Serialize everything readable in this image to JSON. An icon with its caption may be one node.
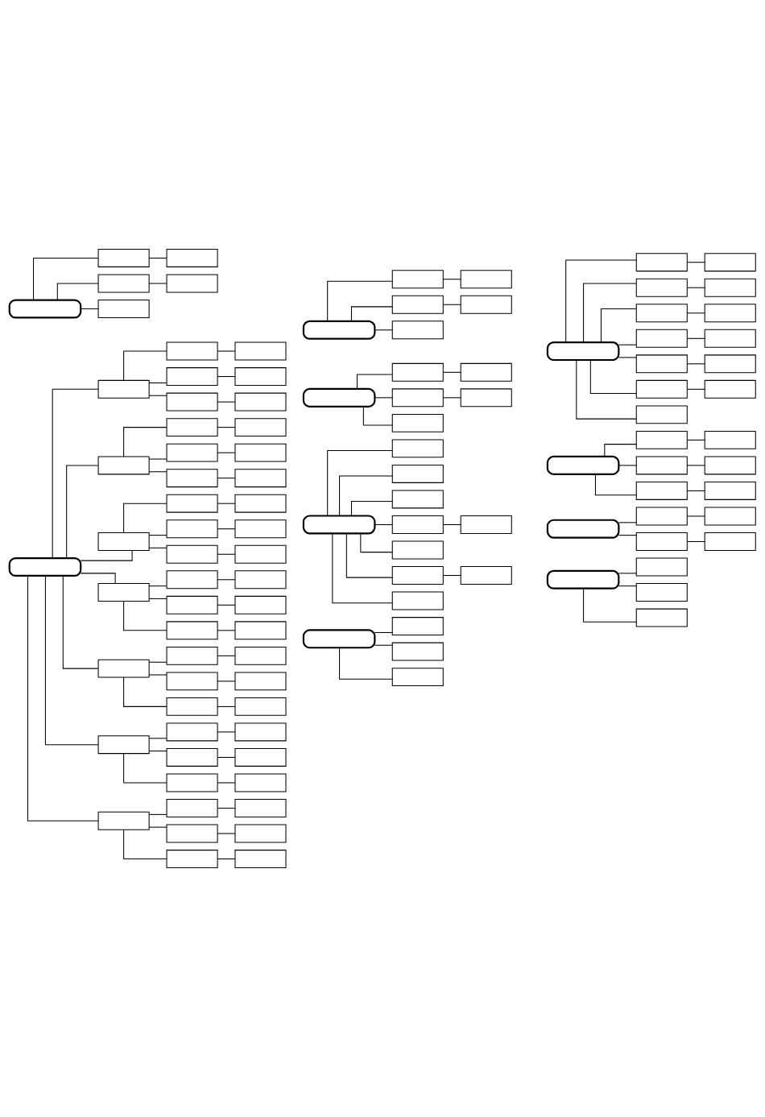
{
  "diagram": {
    "nodes": [
      {
        "text": [],
        "shape": "box"
      },
      {
        "text": [],
        "shape": "box"
      },
      {
        "text": [],
        "shape": "box"
      },
      {
        "text": [],
        "shape": "box"
      },
      {
        "text": [],
        "shape": "box"
      },
      {
        "text": [],
        "shape": "box"
      },
      {
        "text": [],
        "shape": "box"
      },
      {
        "text": [],
        "shape": "box"
      },
      {
        "text": [],
        "shape": "box"
      },
      {
        "text": [],
        "shape": "box"
      },
      {
        "text": [],
        "shape": "box"
      },
      {
        "text": [],
        "shape": "box"
      },
      {
        "text": [],
        "shape": "box"
      },
      {
        "text": [],
        "shape": "box"
      },
      {
        "text": [],
        "shape": "box"
      },
      {
        "text": [],
        "shape": "box"
      },
      {
        "text": [],
        "shape": "box"
      },
      {
        "text": [],
        "shape": "box"
      },
      {
        "text": [],
        "shape": "box"
      },
      {
        "text": [],
        "shape": "box"
      },
      {
        "text": [],
        "shape": "box"
      },
      {
        "text": [],
        "shape": "box"
      },
      {
        "text": [],
        "shape": "box"
      },
      {
        "text": [],
        "shape": "box"
      },
      {
        "text": [],
        "shape": "box"
      },
      {
        "text": [],
        "shape": "box"
      },
      {
        "text": [],
        "shape": "box"
      },
      {
        "text": [],
        "shape": "box"
      },
      {
        "text": [],
        "shape": "box"
      },
      {
        "text": [],
        "shape": "box"
      },
      {
        "text": [],
        "shape": "box"
      },
      {
        "text": [],
        "shape": "box"
      },
      {
        "text": [],
        "shape": "box"
      },
      {
        "text": [],
        "shape": "box"
      },
      {
        "text": [],
        "shape": "box"
      },
      {
        "text": [],
        "shape": "box"
      },
      {
        "text": [],
        "shape": "box"
      },
      {
        "text": [],
        "shape": "box"
      },
      {
        "text": [],
        "shape": "box"
      },
      {
        "text": [],
        "shape": "box"
      },
      {
        "text": [],
        "shape": "box"
      },
      {
        "text": [],
        "shape": "box"
      },
      {
        "text": [],
        "shape": "box"
      },
      {
        "text": [],
        "shape": "box"
      },
      {
        "text": [],
        "shape": "box"
      },
      {
        "text": [],
        "shape": "box"
      },
      {
        "text": [],
        "shape": "box"
      },
      {
        "text": [],
        "shape": "box"
      },
      {
        "text": [],
        "shape": "box"
      },
      {
        "text": [],
        "shape": "box"
      },
      {
        "text": [],
        "shape": "box"
      },
      {
        "text": [],
        "shape": "box"
      },
      {
        "text": [],
        "shape": "box"
      },
      {
        "text": [],
        "shape": "box"
      },
      {
        "text": [],
        "shape": "box"
      },
      {
        "text": [],
        "shape": "box"
      },
      {
        "text": [],
        "shape": "box"
      },
      {
        "text": [],
        "shape": "box"
      },
      {
        "text": [],
        "shape": "box"
      },
      {
        "text": [],
        "shape": "box"
      },
      {
        "text": [],
        "shape": "box"
      },
      {
        "text": [],
        "shape": "box"
      },
      {
        "text": [],
        "shape": "box"
      },
      {
        "text": [],
        "shape": "box"
      },
      {
        "text": [],
        "shape": "box"
      },
      {
        "text": [],
        "shape": "box"
      },
      {
        "text": [],
        "shape": "box"
      },
      {
        "text": [],
        "shape": "box"
      },
      {
        "text": [],
        "shape": "box"
      },
      {
        "text": [],
        "shape": "box"
      },
      {
        "text": [],
        "shape": "box"
      },
      {
        "text": [],
        "shape": "box"
      },
      {
        "text": [],
        "shape": "box"
      },
      {
        "text": [],
        "shape": "box"
      },
      {
        "text": [],
        "shape": "box"
      },
      {
        "text": [],
        "shape": "box"
      },
      {
        "text": [],
        "shape": "box"
      },
      {
        "text": [],
        "shape": "box"
      },
      {
        "text": [],
        "shape": "box"
      },
      {
        "text": [],
        "shape": "box"
      },
      {
        "text": [],
        "shape": "box"
      },
      {
        "text": [],
        "shape": "box"
      },
      {
        "text": [],
        "shape": "box"
      },
      {
        "text": [],
        "shape": "box"
      },
      {
        "text": [],
        "shape": "box"
      },
      {
        "text": [],
        "shape": "box"
      },
      {
        "text": [],
        "shape": "box"
      },
      {
        "text": [],
        "shape": "box"
      },
      {
        "text": [],
        "shape": "box"
      },
      {
        "text": [],
        "shape": "box"
      },
      {
        "text": [],
        "shape": "box"
      },
      {
        "text": [],
        "shape": "box"
      },
      {
        "text": [],
        "shape": "box"
      },
      {
        "text": [],
        "shape": "box"
      },
      {
        "text": [],
        "shape": "box"
      },
      {
        "text": [],
        "shape": "box"
      },
      {
        "text": [],
        "shape": "box"
      },
      {
        "text": [],
        "shape": "box"
      },
      {
        "text": [],
        "shape": "box"
      },
      {
        "text": [],
        "shape": "box"
      },
      {
        "text": [],
        "shape": "box"
      },
      {
        "text": [],
        "shape": "box"
      },
      {
        "text": [],
        "shape": "box"
      },
      {
        "text": [],
        "shape": "box"
      },
      {
        "text": [],
        "shape": "box"
      },
      {
        "text": [],
        "shape": "box"
      },
      {
        "text": [],
        "shape": "box"
      },
      {
        "text": [],
        "shape": "box"
      },
      {
        "text": [],
        "shape": "box"
      },
      {
        "text": [],
        "shape": "box"
      },
      {
        "text": [],
        "shape": "box"
      },
      {
        "text": [],
        "shape": "box"
      }
    ],
    "edges": [
      {
        "from": 0,
        "to": 1,
        "arrow": "none"
      },
      {
        "from": 1,
        "to": 2,
        "arrow": "none"
      },
      {
        "from": 0,
        "to": 3,
        "arrow": "none"
      },
      {
        "from": 3,
        "to": 4,
        "arrow": "none"
      },
      {
        "from": 0,
        "to": 5,
        "arrow": "none"
      },
      {
        "from": 6,
        "to": 7,
        "arrow": "none"
      },
      {
        "from": 7,
        "to": 8,
        "arrow": "none"
      },
      {
        "from": 6,
        "to": 9,
        "arrow": "none"
      },
      {
        "from": 9,
        "to": 10,
        "arrow": "none"
      },
      {
        "from": 6,
        "to": 11,
        "arrow": "none"
      },
      {
        "from": 12,
        "to": 13,
        "arrow": "none"
      },
      {
        "from": 13,
        "to": 14,
        "arrow": "none"
      },
      {
        "from": 12,
        "to": 15,
        "arrow": "none"
      },
      {
        "from": 15,
        "to": 16,
        "arrow": "none"
      },
      {
        "from": 12,
        "to": 17,
        "arrow": "none"
      },
      {
        "from": 17,
        "to": 18,
        "arrow": "none"
      },
      {
        "from": 12,
        "to": 19,
        "arrow": "none"
      },
      {
        "from": 19,
        "to": 20,
        "arrow": "none"
      },
      {
        "from": 12,
        "to": 21,
        "arrow": "none"
      },
      {
        "from": 21,
        "to": 22,
        "arrow": "none"
      },
      {
        "from": 12,
        "to": 23,
        "arrow": "none"
      },
      {
        "from": 23,
        "to": 24,
        "arrow": "none"
      },
      {
        "from": 12,
        "to": 25,
        "arrow": "none"
      },
      {
        "from": 26,
        "to": 27,
        "arrow": "none"
      },
      {
        "from": 27,
        "to": 28,
        "arrow": "none"
      },
      {
        "from": 28,
        "to": 29,
        "arrow": "none"
      },
      {
        "from": 27,
        "to": 30,
        "arrow": "none"
      },
      {
        "from": 30,
        "to": 31,
        "arrow": "none"
      },
      {
        "from": 27,
        "to": 32,
        "arrow": "none"
      },
      {
        "from": 32,
        "to": 33,
        "arrow": "none"
      },
      {
        "from": 26,
        "to": 34,
        "arrow": "none"
      },
      {
        "from": 34,
        "to": 35,
        "arrow": "none"
      },
      {
        "from": 35,
        "to": 36,
        "arrow": "none"
      },
      {
        "from": 34,
        "to": 37,
        "arrow": "none"
      },
      {
        "from": 37,
        "to": 38,
        "arrow": "none"
      },
      {
        "from": 34,
        "to": 39,
        "arrow": "none"
      },
      {
        "from": 39,
        "to": 40,
        "arrow": "none"
      },
      {
        "from": 26,
        "to": 41,
        "arrow": "none"
      },
      {
        "from": 41,
        "to": 42,
        "arrow": "none"
      },
      {
        "from": 42,
        "to": 43,
        "arrow": "none"
      },
      {
        "from": 41,
        "to": 44,
        "arrow": "none"
      },
      {
        "from": 44,
        "to": 45,
        "arrow": "none"
      },
      {
        "from": 41,
        "to": 46,
        "arrow": "none"
      },
      {
        "from": 46,
        "to": 47,
        "arrow": "none"
      },
      {
        "from": 26,
        "to": 48,
        "arrow": "none"
      },
      {
        "from": 48,
        "to": 49,
        "arrow": "none"
      },
      {
        "from": 49,
        "to": 50,
        "arrow": "none"
      },
      {
        "from": 48,
        "to": 51,
        "arrow": "none"
      },
      {
        "from": 51,
        "to": 52,
        "arrow": "none"
      },
      {
        "from": 48,
        "to": 53,
        "arrow": "none"
      },
      {
        "from": 53,
        "to": 54,
        "arrow": "none"
      },
      {
        "from": 26,
        "to": 55,
        "arrow": "none"
      },
      {
        "from": 55,
        "to": 56,
        "arrow": "none"
      },
      {
        "from": 56,
        "to": 57,
        "arrow": "none"
      },
      {
        "from": 55,
        "to": 58,
        "arrow": "none"
      },
      {
        "from": 58,
        "to": 59,
        "arrow": "none"
      },
      {
        "from": 55,
        "to": 60,
        "arrow": "none"
      },
      {
        "from": 60,
        "to": 61,
        "arrow": "none"
      },
      {
        "from": 26,
        "to": 62,
        "arrow": "none"
      },
      {
        "from": 62,
        "to": 63,
        "arrow": "none"
      },
      {
        "from": 63,
        "to": 64,
        "arrow": "none"
      },
      {
        "from": 62,
        "to": 65,
        "arrow": "none"
      },
      {
        "from": 65,
        "to": 66,
        "arrow": "none"
      },
      {
        "from": 62,
        "to": 67,
        "arrow": "none"
      },
      {
        "from": 67,
        "to": 68,
        "arrow": "none"
      },
      {
        "from": 26,
        "to": 69,
        "arrow": "none"
      },
      {
        "from": 69,
        "to": 70,
        "arrow": "none"
      },
      {
        "from": 70,
        "to": 71,
        "arrow": "none"
      },
      {
        "from": 69,
        "to": 72,
        "arrow": "none"
      },
      {
        "from": 72,
        "to": 73,
        "arrow": "none"
      },
      {
        "from": 69,
        "to": 74,
        "arrow": "none"
      },
      {
        "from": 74,
        "to": 75,
        "arrow": "none"
      },
      {
        "from": 76,
        "to": 77,
        "arrow": "none"
      },
      {
        "from": 77,
        "to": 78,
        "arrow": "none"
      },
      {
        "from": 76,
        "to": 79,
        "arrow": "none"
      },
      {
        "from": 79,
        "to": 80,
        "arrow": "none"
      },
      {
        "from": 76,
        "to": 81,
        "arrow": "none"
      },
      {
        "from": 82,
        "to": 83,
        "arrow": "none"
      },
      {
        "from": 82,
        "to": 84,
        "arrow": "none"
      },
      {
        "from": 82,
        "to": 85,
        "arrow": "none"
      },
      {
        "from": 82,
        "to": 86,
        "arrow": "none"
      },
      {
        "from": 86,
        "to": 87,
        "arrow": "none"
      },
      {
        "from": 82,
        "to": 88,
        "arrow": "none"
      },
      {
        "from": 82,
        "to": 89,
        "arrow": "none"
      },
      {
        "from": 89,
        "to": 90,
        "arrow": "none"
      },
      {
        "from": 82,
        "to": 91,
        "arrow": "none"
      },
      {
        "from": 92,
        "to": 93,
        "arrow": "none"
      },
      {
        "from": 93,
        "to": 94,
        "arrow": "none"
      },
      {
        "from": 92,
        "to": 95,
        "arrow": "none"
      },
      {
        "from": 95,
        "to": 96,
        "arrow": "none"
      },
      {
        "from": 92,
        "to": 97,
        "arrow": "none"
      },
      {
        "from": 97,
        "to": 98,
        "arrow": "none"
      },
      {
        "from": 99,
        "to": 100,
        "arrow": "none"
      },
      {
        "from": 99,
        "to": 101,
        "arrow": "none"
      },
      {
        "from": 99,
        "to": 102,
        "arrow": "none"
      },
      {
        "from": 103,
        "to": 104,
        "arrow": "none"
      },
      {
        "from": 104,
        "to": 105,
        "arrow": "none"
      },
      {
        "from": 103,
        "to": 106,
        "arrow": "none"
      },
      {
        "from": 106,
        "to": 107,
        "arrow": "none"
      },
      {
        "from": 108,
        "to": 109,
        "arrow": "none"
      },
      {
        "from": 108,
        "to": 110,
        "arrow": "none"
      },
      {
        "from": 108,
        "to": 111,
        "arrow": "none"
      }
    ]
  }
}
